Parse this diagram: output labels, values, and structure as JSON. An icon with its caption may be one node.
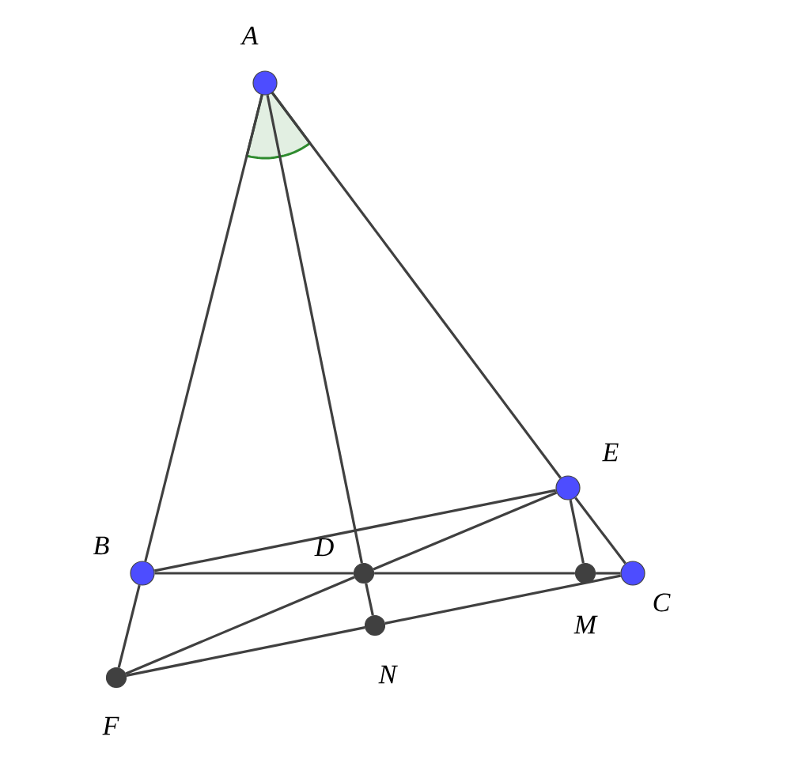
{
  "diagram": {
    "nodes": [
      {
        "text": [],
        "shape": "circle",
        "beside": [
          "A"
        ]
      },
      {
        "text": [],
        "shape": "circle",
        "beside": [
          "B"
        ]
      },
      {
        "text": [],
        "shape": "circle",
        "beside": [
          "D"
        ]
      },
      {
        "text": [],
        "shape": "circle",
        "beside": [
          "E"
        ]
      },
      {
        "text": [],
        "shape": "circle",
        "beside": [
          "M"
        ]
      },
      {
        "text": [],
        "shape": "circle",
        "beside": [
          "C"
        ]
      },
      {
        "text": [],
        "shape": "circle",
        "beside": [
          "N"
        ]
      },
      {
        "text": [],
        "shape": "circle",
        "beside": [
          "F"
        ]
      }
    ],
    "edges": [
      {
        "from": 0,
        "to": 1,
        "arrow": "none"
      },
      {
        "from": 0,
        "to": 2,
        "arrow": "none"
      },
      {
        "from": 2,
        "to": 6,
        "arrow": "none"
      },
      {
        "from": 0,
        "to": 3,
        "arrow": "none"
      },
      {
        "from": 3,
        "to": 5,
        "arrow": "none"
      },
      {
        "from": 1,
        "to": 2,
        "arrow": "none"
      },
      {
        "from": 2,
        "to": 4,
        "arrow": "none"
      },
      {
        "from": 4,
        "to": 5,
        "arrow": "none"
      },
      {
        "from": 1,
        "to": 3,
        "arrow": "none"
      },
      {
        "from": 1,
        "to": 7,
        "arrow": "none"
      },
      {
        "from": 7,
        "to": 2,
        "arrow": "none"
      },
      {
        "from": 2,
        "to": 3,
        "arrow": "none"
      },
      {
        "from": 7,
        "to": 6,
        "arrow": "none"
      },
      {
        "from": 6,
        "to": 5,
        "arrow": "none"
      },
      {
        "from": 3,
        "to": 4,
        "arrow": "none"
      }
    ]
  }
}
